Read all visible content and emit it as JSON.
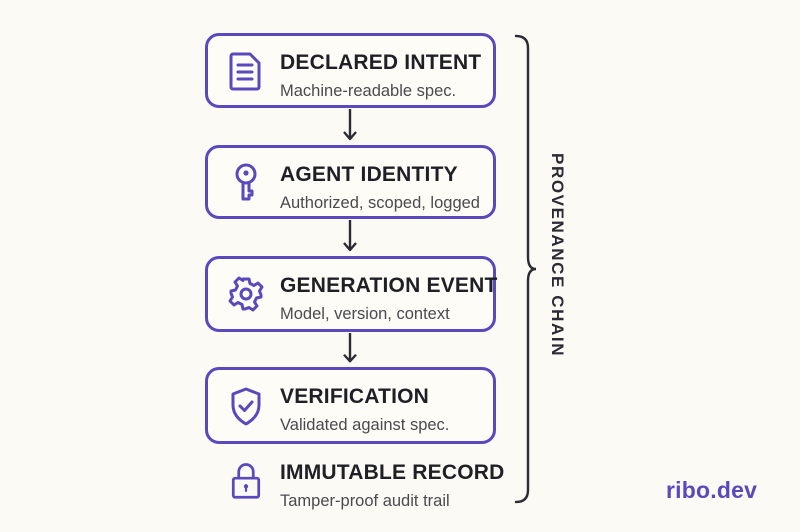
{
  "diagram": {
    "steps": [
      {
        "title": "DECLARED INTENT",
        "subtitle": "Machine-readable spec.",
        "icon": "document-icon"
      },
      {
        "title": "AGENT IDENTITY",
        "subtitle": "Authorized, scoped, logged",
        "icon": "key-icon"
      },
      {
        "title": "GENERATION EVENT",
        "subtitle": "Model, version, context",
        "icon": "gear-icon"
      },
      {
        "title": "VERIFICATION",
        "subtitle": "Validated against spec.",
        "icon": "shield-check-icon"
      },
      {
        "title": "IMMUTABLE RECORD",
        "subtitle": "Tamper-proof audit trail",
        "icon": "lock-icon"
      }
    ],
    "brace_label": "PROVENANCE CHAIN",
    "brand": "ribo.dev",
    "colors": {
      "accent": "#5a48bd",
      "background": "#fbfaf4",
      "title_text": "#1f1f26",
      "subtitle_text": "#4a4a4f",
      "arrow": "#2b2b33"
    }
  }
}
